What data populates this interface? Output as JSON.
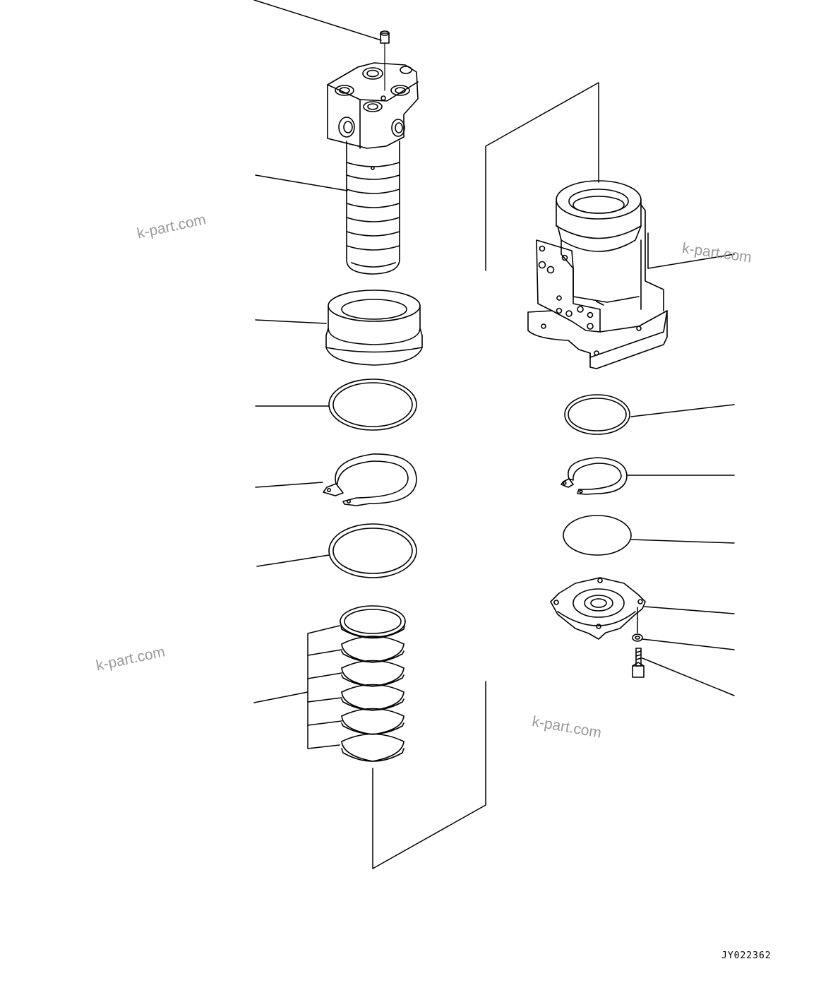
{
  "drawing": {
    "code": "JY022362",
    "watermarks": [
      "k-part.com",
      "k-part.com",
      "k-part.com",
      "k-part.com"
    ]
  },
  "colors": {
    "line": "#000000",
    "watermark": "#9a9a9a",
    "background": "#ffffff"
  },
  "parts": [
    "plug",
    "swivel-shaft",
    "shaft-cover",
    "shaft-seal",
    "shaft-snap-ring",
    "shaft-o-ring",
    "seal-ring-stack",
    "swivel-body",
    "body-seal",
    "body-snap-ring",
    "body-o-ring",
    "end-cover",
    "washer",
    "bolt"
  ]
}
